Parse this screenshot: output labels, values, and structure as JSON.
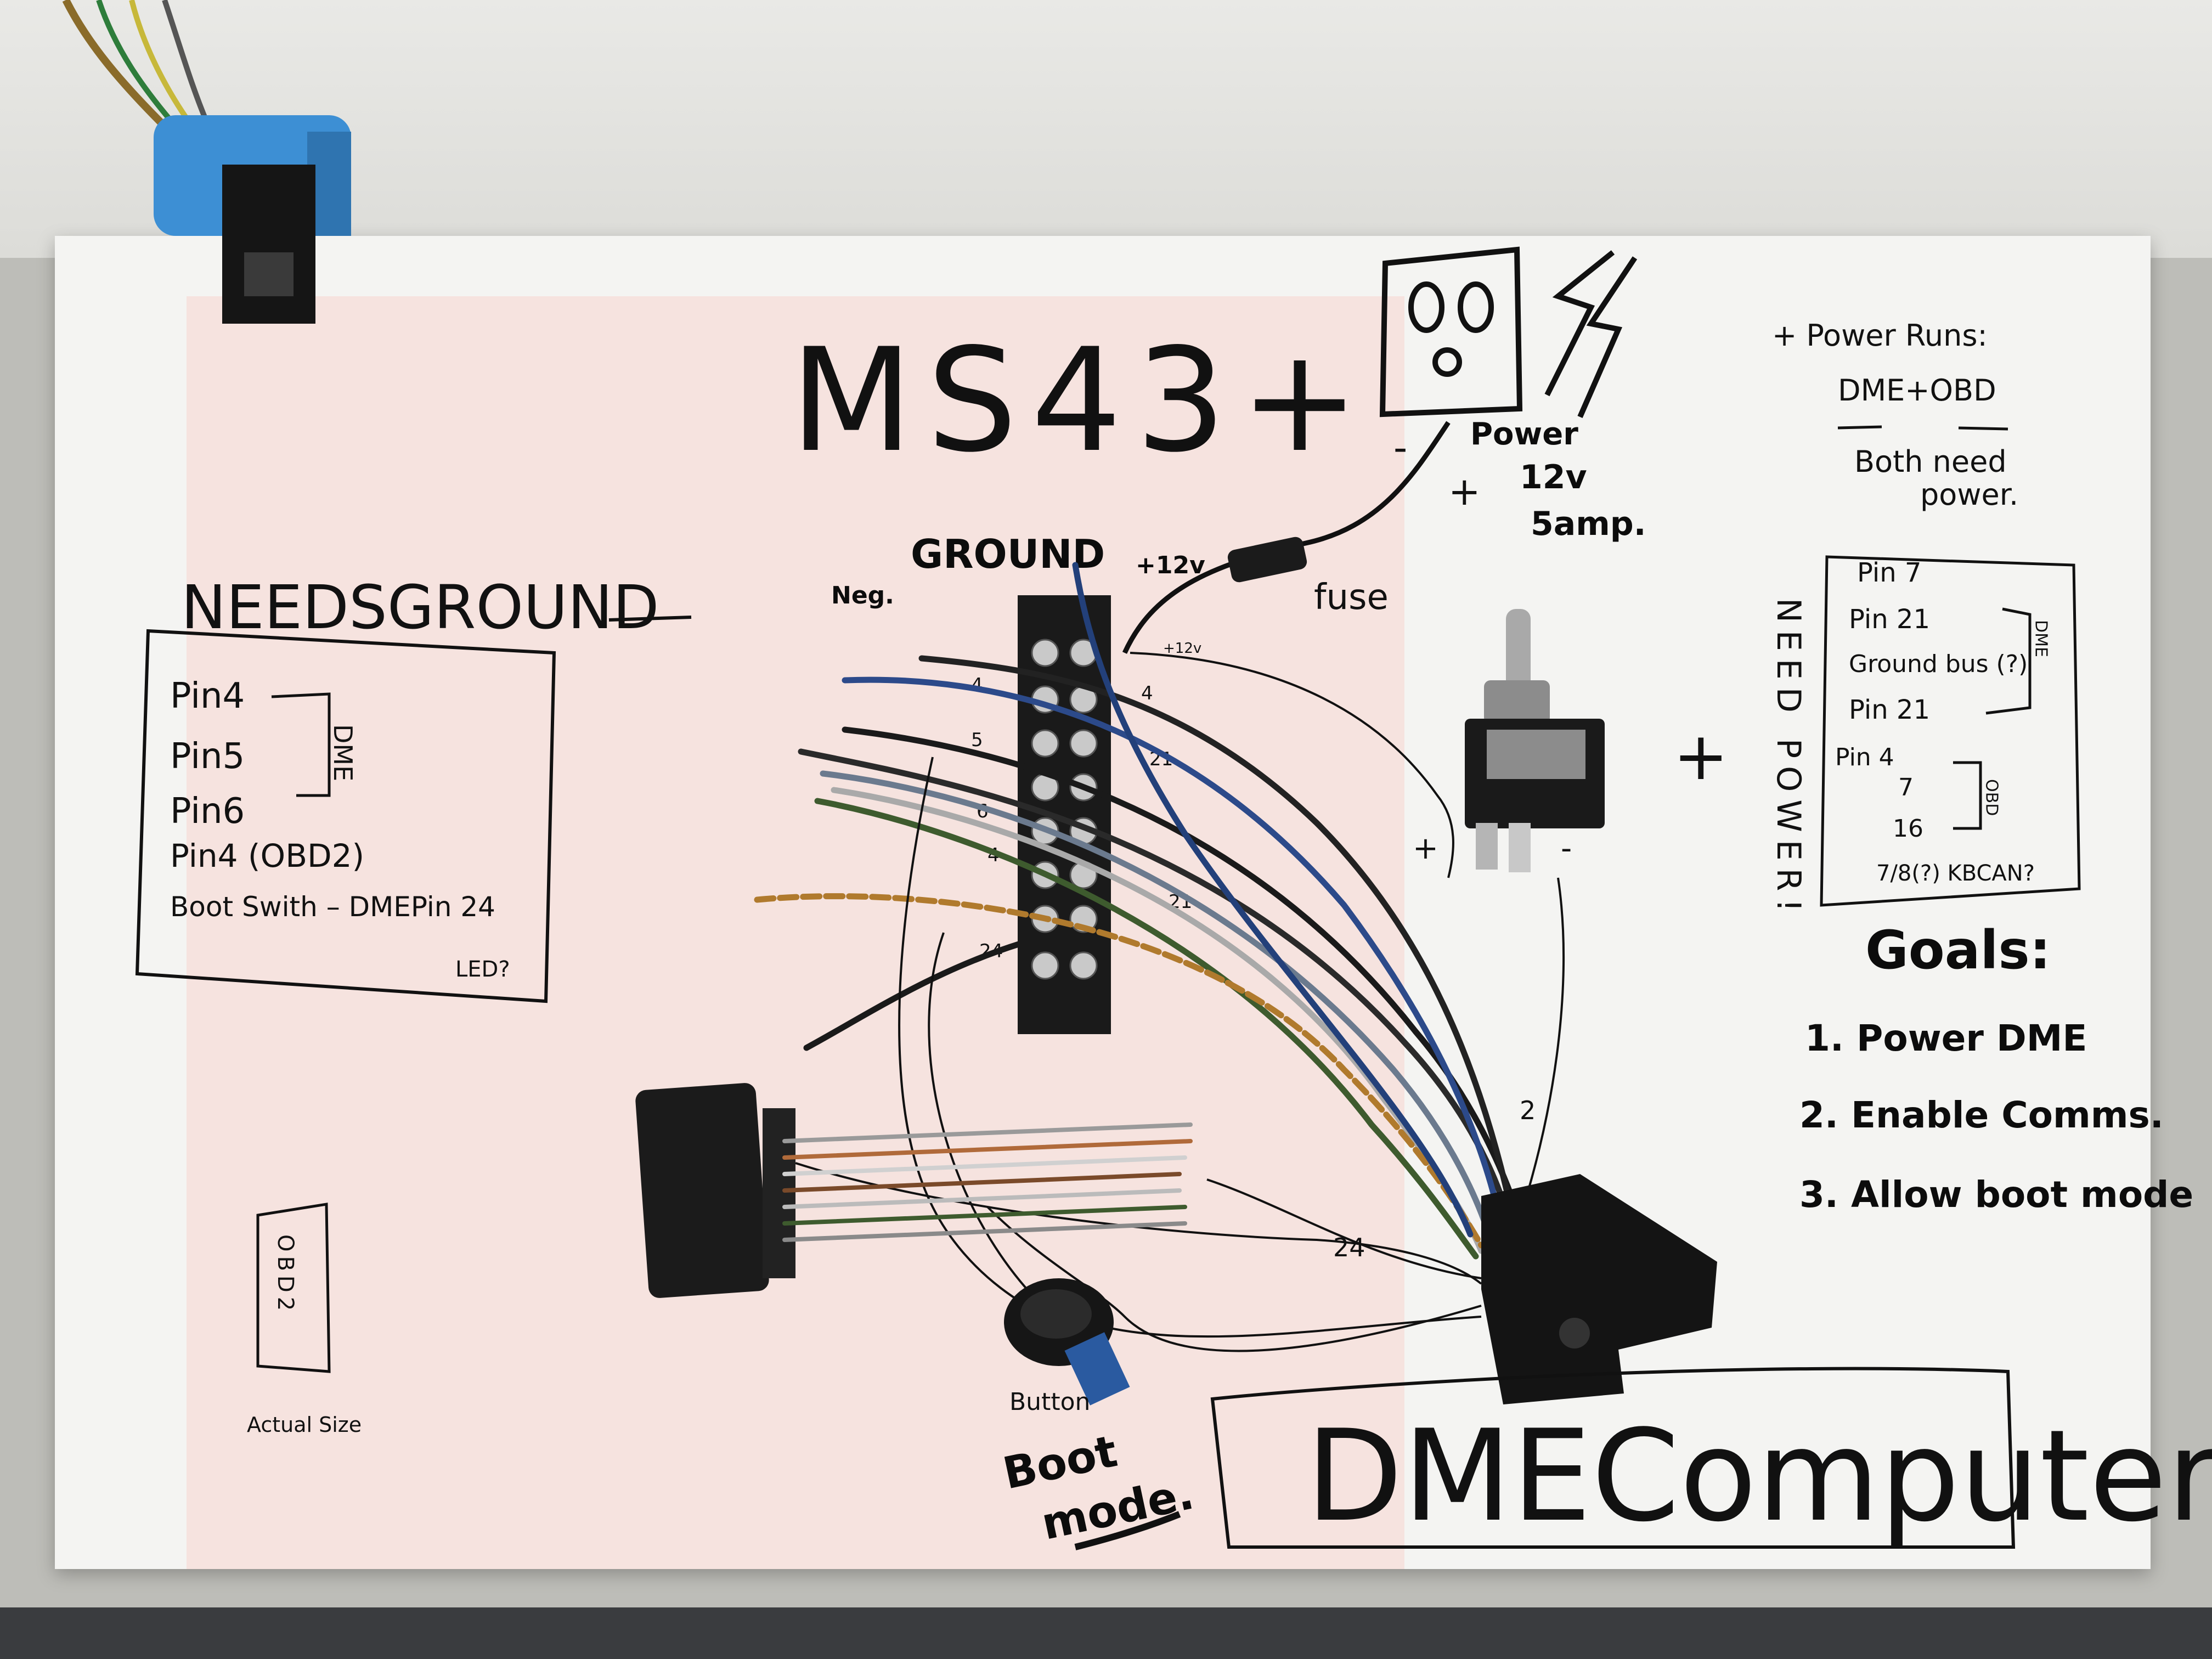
{
  "title": "MS43+",
  "ground": {
    "heading": "NEEDSGROUND",
    "items": [
      "Pin4",
      "Pin5",
      "Pin6",
      "Pin4 (OBD2)",
      "Boot Swith – DMEPin 24"
    ],
    "dme_bracket": "DME",
    "led_note": "LED?"
  },
  "terminal_labels": {
    "neg": "Neg.",
    "ground": "GROUND",
    "plus12_top": "+12v",
    "plus12_side": "+12v",
    "fuse": "fuse",
    "left_pins": [
      "4",
      "5",
      "6",
      "4",
      "24"
    ],
    "right_pins": [
      "4",
      "21",
      "21"
    ]
  },
  "power": {
    "label": "Power",
    "plus": "+",
    "spec1": "12v",
    "spec2": "5amp.",
    "minus": "-"
  },
  "switch": {
    "plus": "+",
    "minus": "-"
  },
  "power_runs": {
    "line1": "+ Power Runs:",
    "line2": "DME+OBD",
    "line3": "Both need",
    "line4": "power."
  },
  "need_power": {
    "vertical": "NEED POWER!",
    "items": [
      "Pin 7",
      "Pin 21",
      "Ground bus (?)",
      "Pin 21",
      "Pin 4",
      "7",
      "16",
      "7/8(?) KBCAN?"
    ],
    "dme_bracket": "DME",
    "obd_bracket": "OBD",
    "plus": "+"
  },
  "goals": {
    "heading": "Goals:",
    "items": [
      "1. Power DME",
      "2. Enable Comms.",
      "3. Allow boot mode"
    ]
  },
  "obd2_box": {
    "label": "OBD2",
    "caption": "Actual Size"
  },
  "wire_labels": {
    "w2": "2",
    "w24": "24"
  },
  "boot": {
    "button": "Button",
    "line1": "Boot",
    "line2": "mode."
  },
  "dme_computer": "DMEComputer",
  "colors": {
    "paper": "#f4f4f2",
    "pink": "#f6e3df",
    "ink": "#111111",
    "blue_connector": "#3d8fd4",
    "black_plastic": "#1a1a1a"
  }
}
